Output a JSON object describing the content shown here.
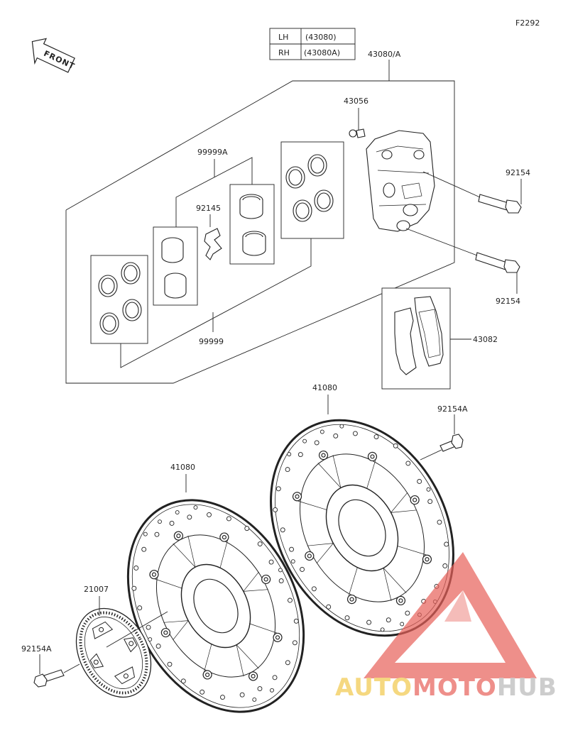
{
  "diagram_id": "F2292",
  "front_label": "FRONT",
  "variant_table": [
    {
      "side": "LH",
      "part": "(43080)"
    },
    {
      "side": "RH",
      "part": "(43080A)"
    }
  ],
  "labels": {
    "caliper_assy": "43080/A",
    "bleed_valve": "43056",
    "piston_kit_a": "99999A",
    "pad_spring": "92145",
    "bolt_upper": "92154",
    "bolt_lower": "92154",
    "seal_kit": "99999",
    "pad_set": "43082",
    "disc_right": "41080",
    "disc_left": "41080",
    "disc_bolt_right": "92154A",
    "sensor_rotor": "21007",
    "disc_bolt_left": "92154A"
  },
  "watermark": {
    "word_a": "AUTO",
    "word_b": "MOTO",
    "word_c": "HUB",
    "colors": {
      "a": "#f2c84b",
      "b": "#e8615a",
      "c": "#b9b9b9",
      "triangle": "#e8615a"
    }
  }
}
